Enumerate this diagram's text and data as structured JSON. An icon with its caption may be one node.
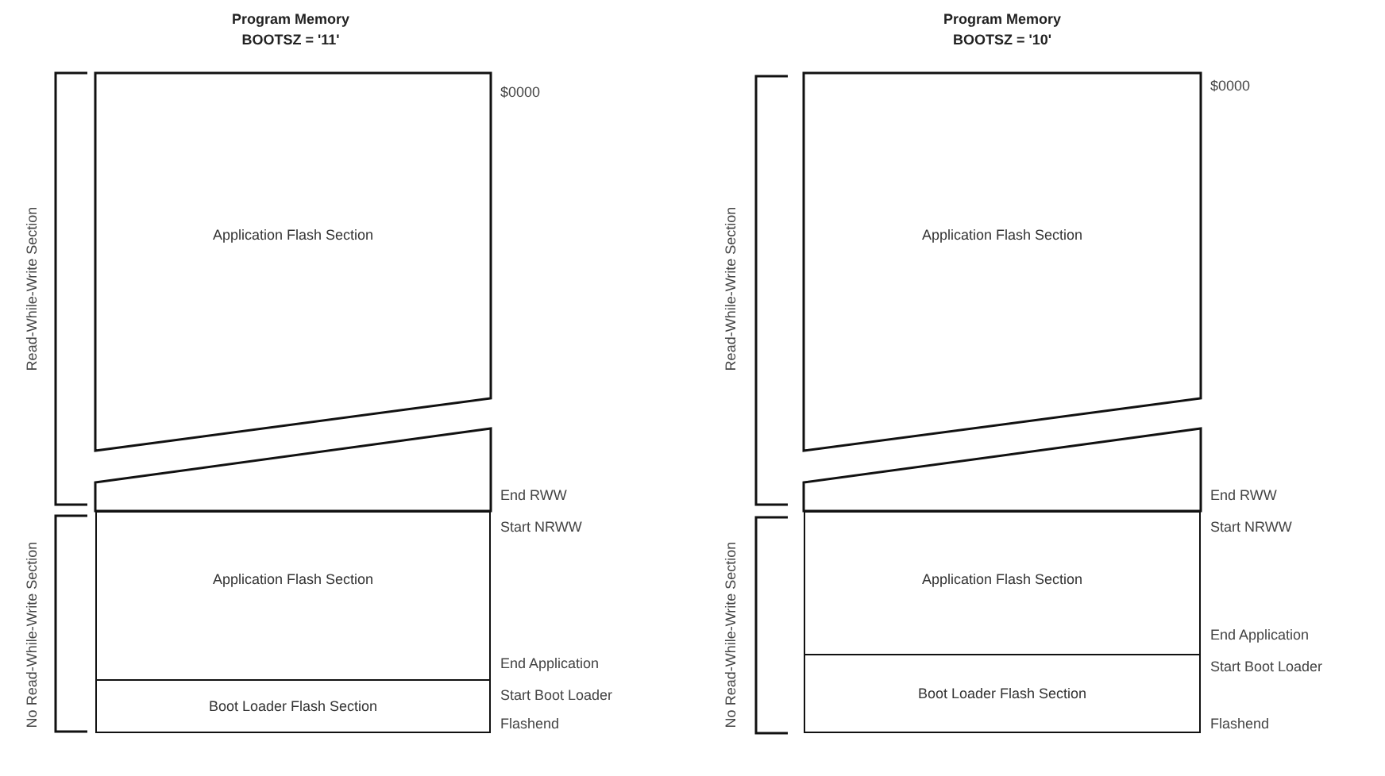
{
  "diagram": {
    "nodes": [
      {
        "text": [
          "Application Flash Section"
        ]
      },
      {
        "text": [],
        "shape": "box"
      },
      {
        "text": [
          "Application Flash Section"
        ]
      },
      {
        "text": [
          "Boot Loader Flash Section"
        ]
      },
      {
        "text": [
          "Application Flash Section"
        ]
      },
      {
        "text": [],
        "shape": "box"
      },
      {
        "text": [
          "Application Flash Section"
        ]
      },
      {
        "text": [
          "Boot Loader Flash Section"
        ]
      }
    ],
    "labels": [
      "Program Memory",
      "BOOTSZ = '11'",
      "$0000",
      "End RWW",
      "Start NRWW",
      "End Application",
      "Start Boot Loader",
      "Flashend",
      "Read-While-Write Section",
      "No Read-While-Write Section",
      "Program Memory",
      "BOOTSZ = '10'",
      "$0000",
      "End RWW",
      "Start NRWW",
      "End Application",
      "Start Boot Loader",
      "Flashend",
      "Read-While-Write Section",
      "No Read-While-Write Section"
    ]
  }
}
